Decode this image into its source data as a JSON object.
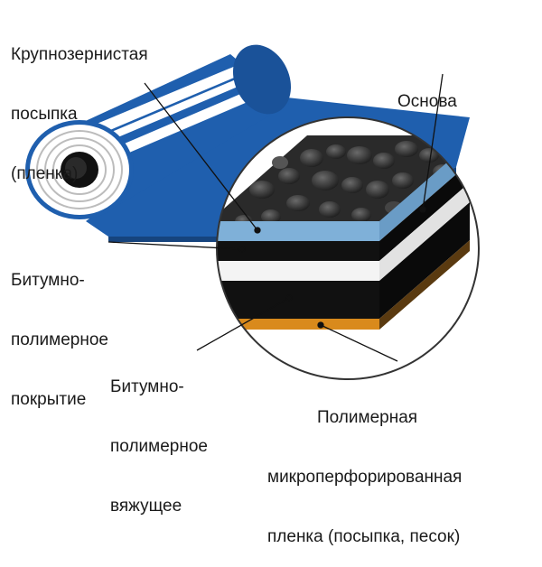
{
  "labels": {
    "granules": [
      "Крупнозернистая",
      "посыпка",
      "(пленка)"
    ],
    "base": [
      "Основа"
    ],
    "coating": [
      "Битумно-",
      "полимерное",
      "покрытие"
    ],
    "binder": [
      "Битумно-",
      "полимерное",
      "вяжущее"
    ],
    "film": [
      "Полимерная",
      "микроперфорированная",
      "пленка (посыпка, песок)"
    ]
  },
  "colors": {
    "roll_blue": "#1f5fae",
    "roll_dark": "#16447e",
    "stripe": "#ffffff",
    "granule_layer": "#7fb0d8",
    "bitumen": "#111111",
    "film_orange": "#d98a1c",
    "base_white": "#f4f4f4"
  }
}
